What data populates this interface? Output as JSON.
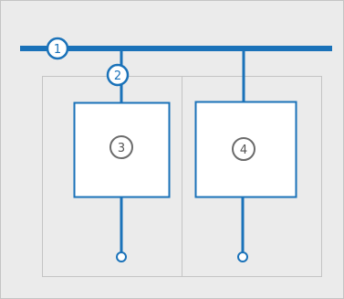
{
  "colors": {
    "background": "#ebebeb",
    "panel_border": "#c4c4c4",
    "bus_blue": "#1a72b9",
    "gray_marker": "#6b6b6b",
    "node_fill": "#ffffff"
  },
  "diagram": {
    "markers": [
      {
        "id": "1",
        "label": "1",
        "icon": "circle-callout",
        "style": "blue",
        "target": "main-bus"
      },
      {
        "id": "2",
        "label": "2",
        "icon": "circle-callout",
        "style": "blue",
        "target": "left-drop-line"
      },
      {
        "id": "3",
        "label": "3",
        "icon": "circle-callout",
        "style": "gray",
        "target": "left-module"
      },
      {
        "id": "4",
        "label": "4",
        "icon": "circle-callout",
        "style": "gray",
        "target": "right-module"
      }
    ],
    "modules": [
      {
        "name": "left-module",
        "marker": "3"
      },
      {
        "name": "right-module",
        "marker": "4"
      }
    ],
    "terminals": [
      {
        "name": "left-output-terminal",
        "icon": "open-circle-terminal"
      },
      {
        "name": "right-output-terminal",
        "icon": "open-circle-terminal"
      }
    ]
  }
}
